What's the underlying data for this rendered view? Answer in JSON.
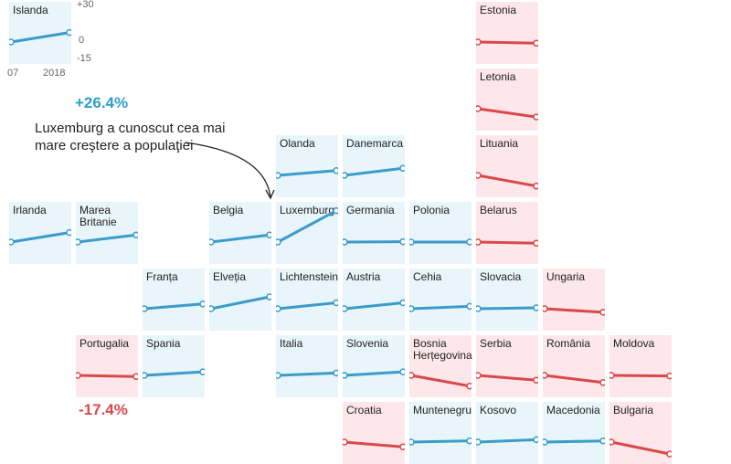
{
  "chart_data": {
    "type": "line",
    "legend": {
      "tile": "Islanda",
      "y_ticks": [
        "+30",
        "0",
        "-15"
      ],
      "x_ticks": [
        "07",
        "2018"
      ]
    },
    "annotation": {
      "value": "+26.4%",
      "text": "Luxemburg a cunoscut cea mai mare creştere a populaţiei"
    },
    "bottom_annotation": "-17.4%",
    "tiles": [
      {
        "name": "Islanda",
        "col": 0,
        "row": 0,
        "start": 0,
        "end": 8
      },
      {
        "name": "Estonia",
        "col": 7,
        "row": 0,
        "start": 0,
        "end": -1
      },
      {
        "name": "Letonia",
        "col": 7,
        "row": 1,
        "start": 0,
        "end": -7
      },
      {
        "name": "Olanda",
        "col": 4,
        "row": 2,
        "start": 0,
        "end": 4
      },
      {
        "name": "Danemarca",
        "col": 5,
        "row": 2,
        "start": 0,
        "end": 6
      },
      {
        "name": "Lituania",
        "col": 7,
        "row": 2,
        "start": 0,
        "end": -9
      },
      {
        "name": "Irlanda",
        "col": 0,
        "row": 3,
        "start": 0,
        "end": 8
      },
      {
        "name": "Marea Britanie",
        "col": 1,
        "row": 3,
        "start": 0,
        "end": 6
      },
      {
        "name": "Belgia",
        "col": 3,
        "row": 3,
        "start": 0,
        "end": 6
      },
      {
        "name": "Luxemburg",
        "col": 4,
        "row": 3,
        "start": 0,
        "end": 26.4
      },
      {
        "name": "Germania",
        "col": 5,
        "row": 3,
        "start": 0,
        "end": 0.3
      },
      {
        "name": "Polonia",
        "col": 6,
        "row": 3,
        "start": 0,
        "end": 0
      },
      {
        "name": "Belarus",
        "col": 7,
        "row": 3,
        "start": 0,
        "end": -1
      },
      {
        "name": "Franța",
        "col": 2,
        "row": 4,
        "start": 0,
        "end": 4
      },
      {
        "name": "Elveția",
        "col": 3,
        "row": 4,
        "start": 0,
        "end": 10
      },
      {
        "name": "Lichtenstein",
        "col": 4,
        "row": 4,
        "start": 0,
        "end": 5
      },
      {
        "name": "Austria",
        "col": 5,
        "row": 4,
        "start": 0,
        "end": 5
      },
      {
        "name": "Cehia",
        "col": 6,
        "row": 4,
        "start": 0,
        "end": 2
      },
      {
        "name": "Slovacia",
        "col": 7,
        "row": 4,
        "start": 0,
        "end": 0.8
      },
      {
        "name": "Ungaria",
        "col": 8,
        "row": 4,
        "start": 0,
        "end": -3
      },
      {
        "name": "Portugalia",
        "col": 1,
        "row": 5,
        "start": 0,
        "end": -1
      },
      {
        "name": "Spania",
        "col": 2,
        "row": 5,
        "start": 0,
        "end": 3
      },
      {
        "name": "Italia",
        "col": 4,
        "row": 5,
        "start": 0,
        "end": 2
      },
      {
        "name": "Slovenia",
        "col": 5,
        "row": 5,
        "start": 0,
        "end": 3
      },
      {
        "name": "Bosnia Herțegovina",
        "col": 6,
        "row": 5,
        "start": 0,
        "end": -9
      },
      {
        "name": "Serbia",
        "col": 7,
        "row": 5,
        "start": 0,
        "end": -4
      },
      {
        "name": "România",
        "col": 8,
        "row": 5,
        "start": 0,
        "end": -6
      },
      {
        "name": "Moldova",
        "col": 9,
        "row": 5,
        "start": 0,
        "end": -0.5
      },
      {
        "name": "Croatia",
        "col": 5,
        "row": 6,
        "start": 0,
        "end": -4
      },
      {
        "name": "Muntenegru",
        "col": 6,
        "row": 6,
        "start": 0,
        "end": 1
      },
      {
        "name": "Kosovo",
        "col": 7,
        "row": 6,
        "start": 0,
        "end": 2
      },
      {
        "name": "Macedonia",
        "col": 8,
        "row": 6,
        "start": 0,
        "end": 1
      },
      {
        "name": "Bulgaria",
        "col": 9,
        "row": 6,
        "start": 0,
        "end": -10
      }
    ],
    "colors": {
      "increase_line": "#3a9cc9",
      "decrease_line": "#d9484a",
      "increase_bg": "#e8f5fb",
      "decrease_bg": "#fde7ea"
    }
  }
}
